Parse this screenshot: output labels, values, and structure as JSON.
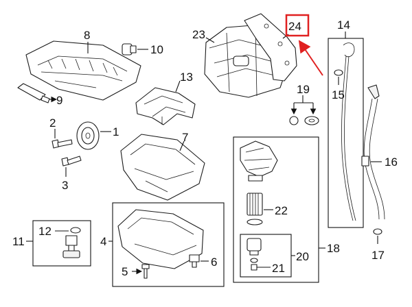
{
  "callouts": {
    "c1": "1",
    "c2": "2",
    "c3": "3",
    "c4": "4",
    "c5": "5",
    "c6": "6",
    "c7": "7",
    "c8": "8",
    "c9": "9",
    "c10": "10",
    "c11": "11",
    "c12": "12",
    "c13": "13",
    "c14": "14",
    "c15": "15",
    "c16": "16",
    "c17": "17",
    "c18": "18",
    "c19": "19",
    "c20": "20",
    "c21": "21",
    "c22": "22",
    "c23": "23",
    "c24": "24"
  },
  "colors": {
    "highlight": "#e02020",
    "line": "#111111"
  }
}
